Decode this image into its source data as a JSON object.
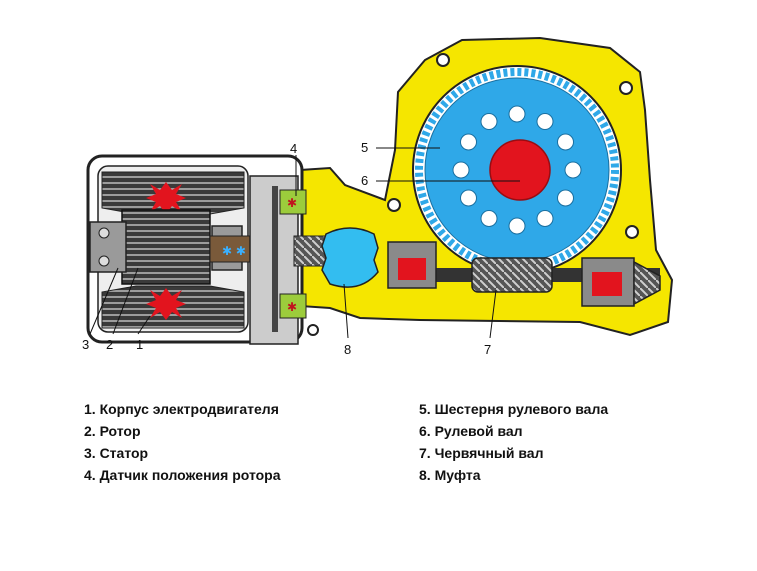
{
  "callouts": {
    "c1": "1",
    "c2": "2",
    "c3": "3",
    "c4": "4",
    "c5": "5",
    "c6": "6",
    "c7": "7",
    "c8": "8"
  },
  "legend": {
    "left": [
      "1. Корпус электродвигателя",
      "2. Ротор",
      "3. Статор",
      "4. Датчик положения ротора"
    ],
    "right": [
      "5. Шестерня рулевого вала",
      "6. Рулевой вал",
      "7. Червячный вал",
      "8. Муфта"
    ]
  },
  "colors": {
    "housing": "#f5e600",
    "gear": "#2fa8e8",
    "shaft": "#e2141e",
    "coupling": "#33bdf0",
    "sensor": "#9ccc3c"
  }
}
